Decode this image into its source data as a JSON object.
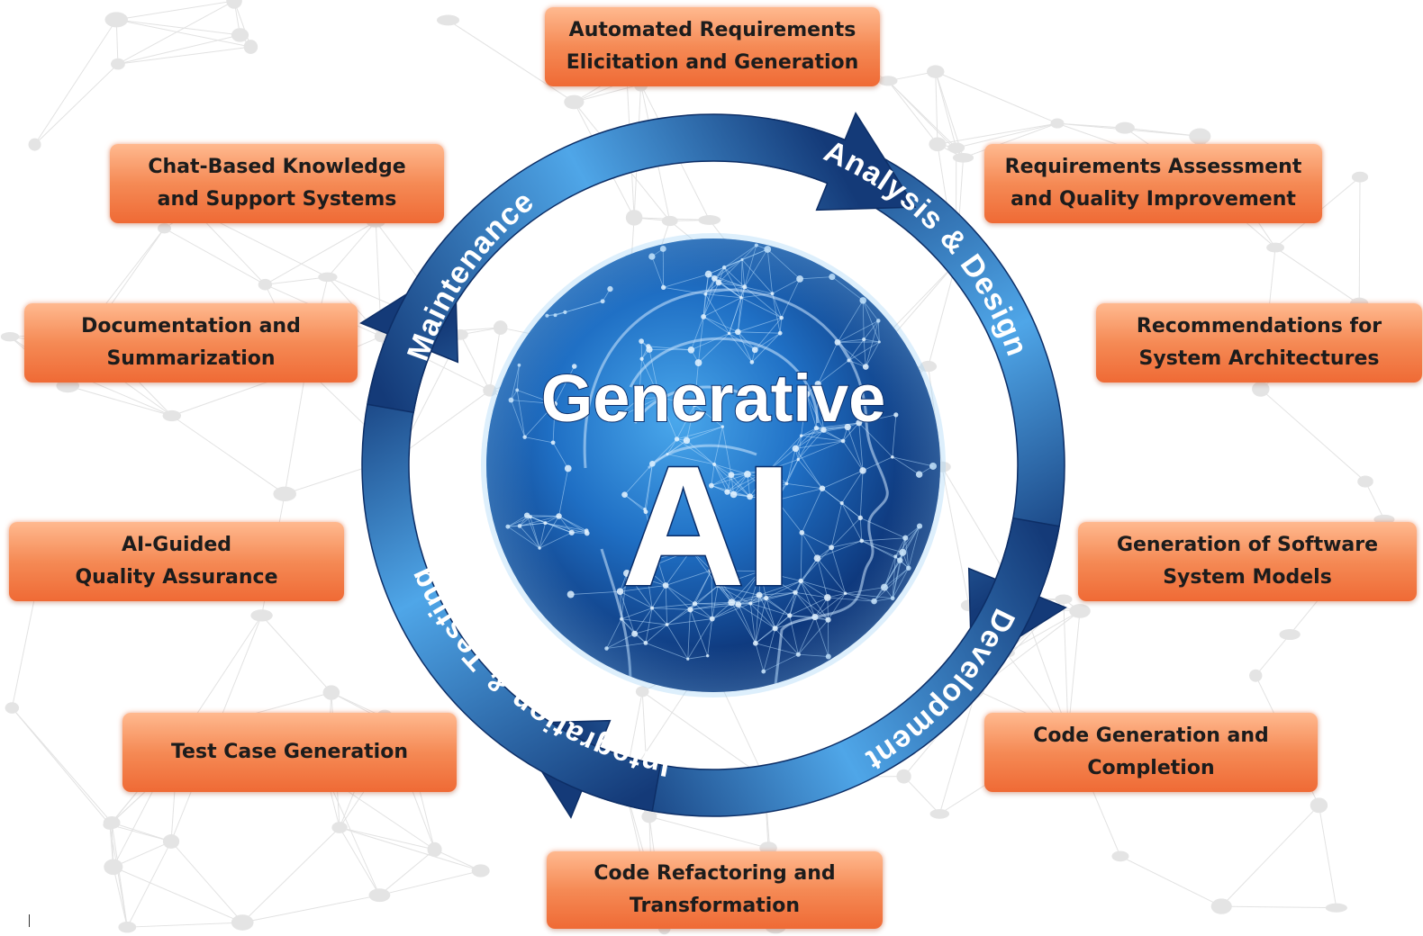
{
  "center": {
    "line1": "Generative",
    "line2": "AI"
  },
  "phases": [
    {
      "id": "analysis",
      "label": "Analysis & Design"
    },
    {
      "id": "development",
      "label": "Development"
    },
    {
      "id": "integration",
      "label": "Integration & Testing"
    },
    {
      "id": "maintenance",
      "label": "Maintenance"
    }
  ],
  "boxes": [
    {
      "id": "requirements-elicitation",
      "label": "Automated Requirements\nElicitation and Generation"
    },
    {
      "id": "requirements-assessment",
      "label": "Requirements Assessment\nand Quality Improvement"
    },
    {
      "id": "architecture-recommendations",
      "label": "Recommendations for\nSystem Architectures"
    },
    {
      "id": "software-models",
      "label": "Generation of Software\nSystem Models"
    },
    {
      "id": "code-generation",
      "label": "Code Generation and\nCompletion"
    },
    {
      "id": "code-refactoring",
      "label": "Code Refactoring and\nTransformation"
    },
    {
      "id": "test-case-generation",
      "label": "Test Case Generation"
    },
    {
      "id": "quality-assurance",
      "label": "AI-Guided\nQuality Assurance"
    },
    {
      "id": "documentation",
      "label": "Documentation and\nSummarization"
    },
    {
      "id": "chat-knowledge",
      "label": "Chat-Based Knowledge\nand Support Systems"
    }
  ],
  "colors": {
    "box_top": "#ffb98f",
    "box_bottom": "#ef6a35",
    "arrow_dark": "#143a78",
    "arrow_light": "#4fa6e8",
    "sphere_core": "#2f7fd0",
    "sphere_edge": "#0a2a63"
  }
}
